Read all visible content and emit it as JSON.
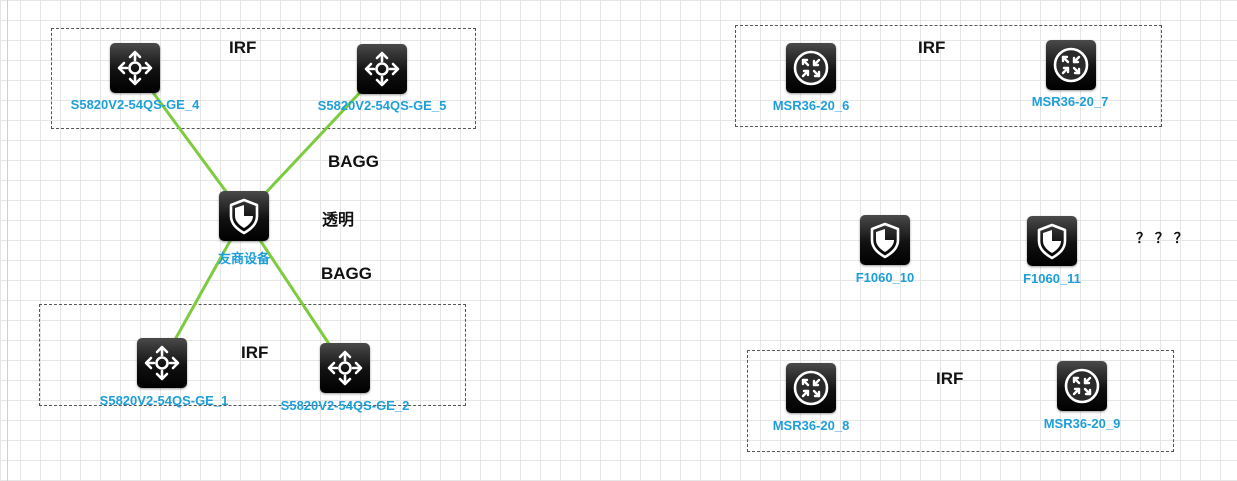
{
  "groups": [
    {
      "id": "g-top-left",
      "label": "IRF"
    },
    {
      "id": "g-bottom-left",
      "label": "IRF"
    },
    {
      "id": "g-top-right",
      "label": "IRF"
    },
    {
      "id": "g-bottom-right",
      "label": "IRF"
    }
  ],
  "devices": [
    {
      "id": "s4",
      "label": "S5820V2-54QS-GE_4",
      "icon": "l3-switch-icon"
    },
    {
      "id": "s5",
      "label": "S5820V2-54QS-GE_5",
      "icon": "l3-switch-icon"
    },
    {
      "id": "fw",
      "label": "友商设备",
      "icon": "firewall-icon"
    },
    {
      "id": "s1",
      "label": "S5820V2-54QS-GE_1",
      "icon": "l3-switch-icon"
    },
    {
      "id": "s2",
      "label": "S5820V2-54QS-GE_2",
      "icon": "l3-switch-icon"
    },
    {
      "id": "m6",
      "label": "MSR36-20_6",
      "icon": "router-icon"
    },
    {
      "id": "m7",
      "label": "MSR36-20_7",
      "icon": "router-icon"
    },
    {
      "id": "f10",
      "label": "F1060_10",
      "icon": "firewall-icon"
    },
    {
      "id": "f11",
      "label": "F1060_11",
      "icon": "firewall-icon"
    },
    {
      "id": "m8",
      "label": "MSR36-20_8",
      "icon": "router-icon"
    },
    {
      "id": "m9",
      "label": "MSR36-20_9",
      "icon": "router-icon"
    }
  ],
  "links": [
    {
      "from": "s4",
      "to": "fw"
    },
    {
      "from": "s5",
      "to": "fw"
    },
    {
      "from": "fw",
      "to": "s1"
    },
    {
      "from": "fw",
      "to": "s2"
    }
  ],
  "annotations": {
    "bagg_top": "BAGG",
    "transparent": "透明",
    "bagg_bottom": "BAGG",
    "unknown": "？ ？ ？"
  },
  "colors": {
    "link": "#7dcb3f",
    "device_label": "#1e9fd8",
    "group_border": "#555555",
    "grid": "#e6e6e6"
  }
}
